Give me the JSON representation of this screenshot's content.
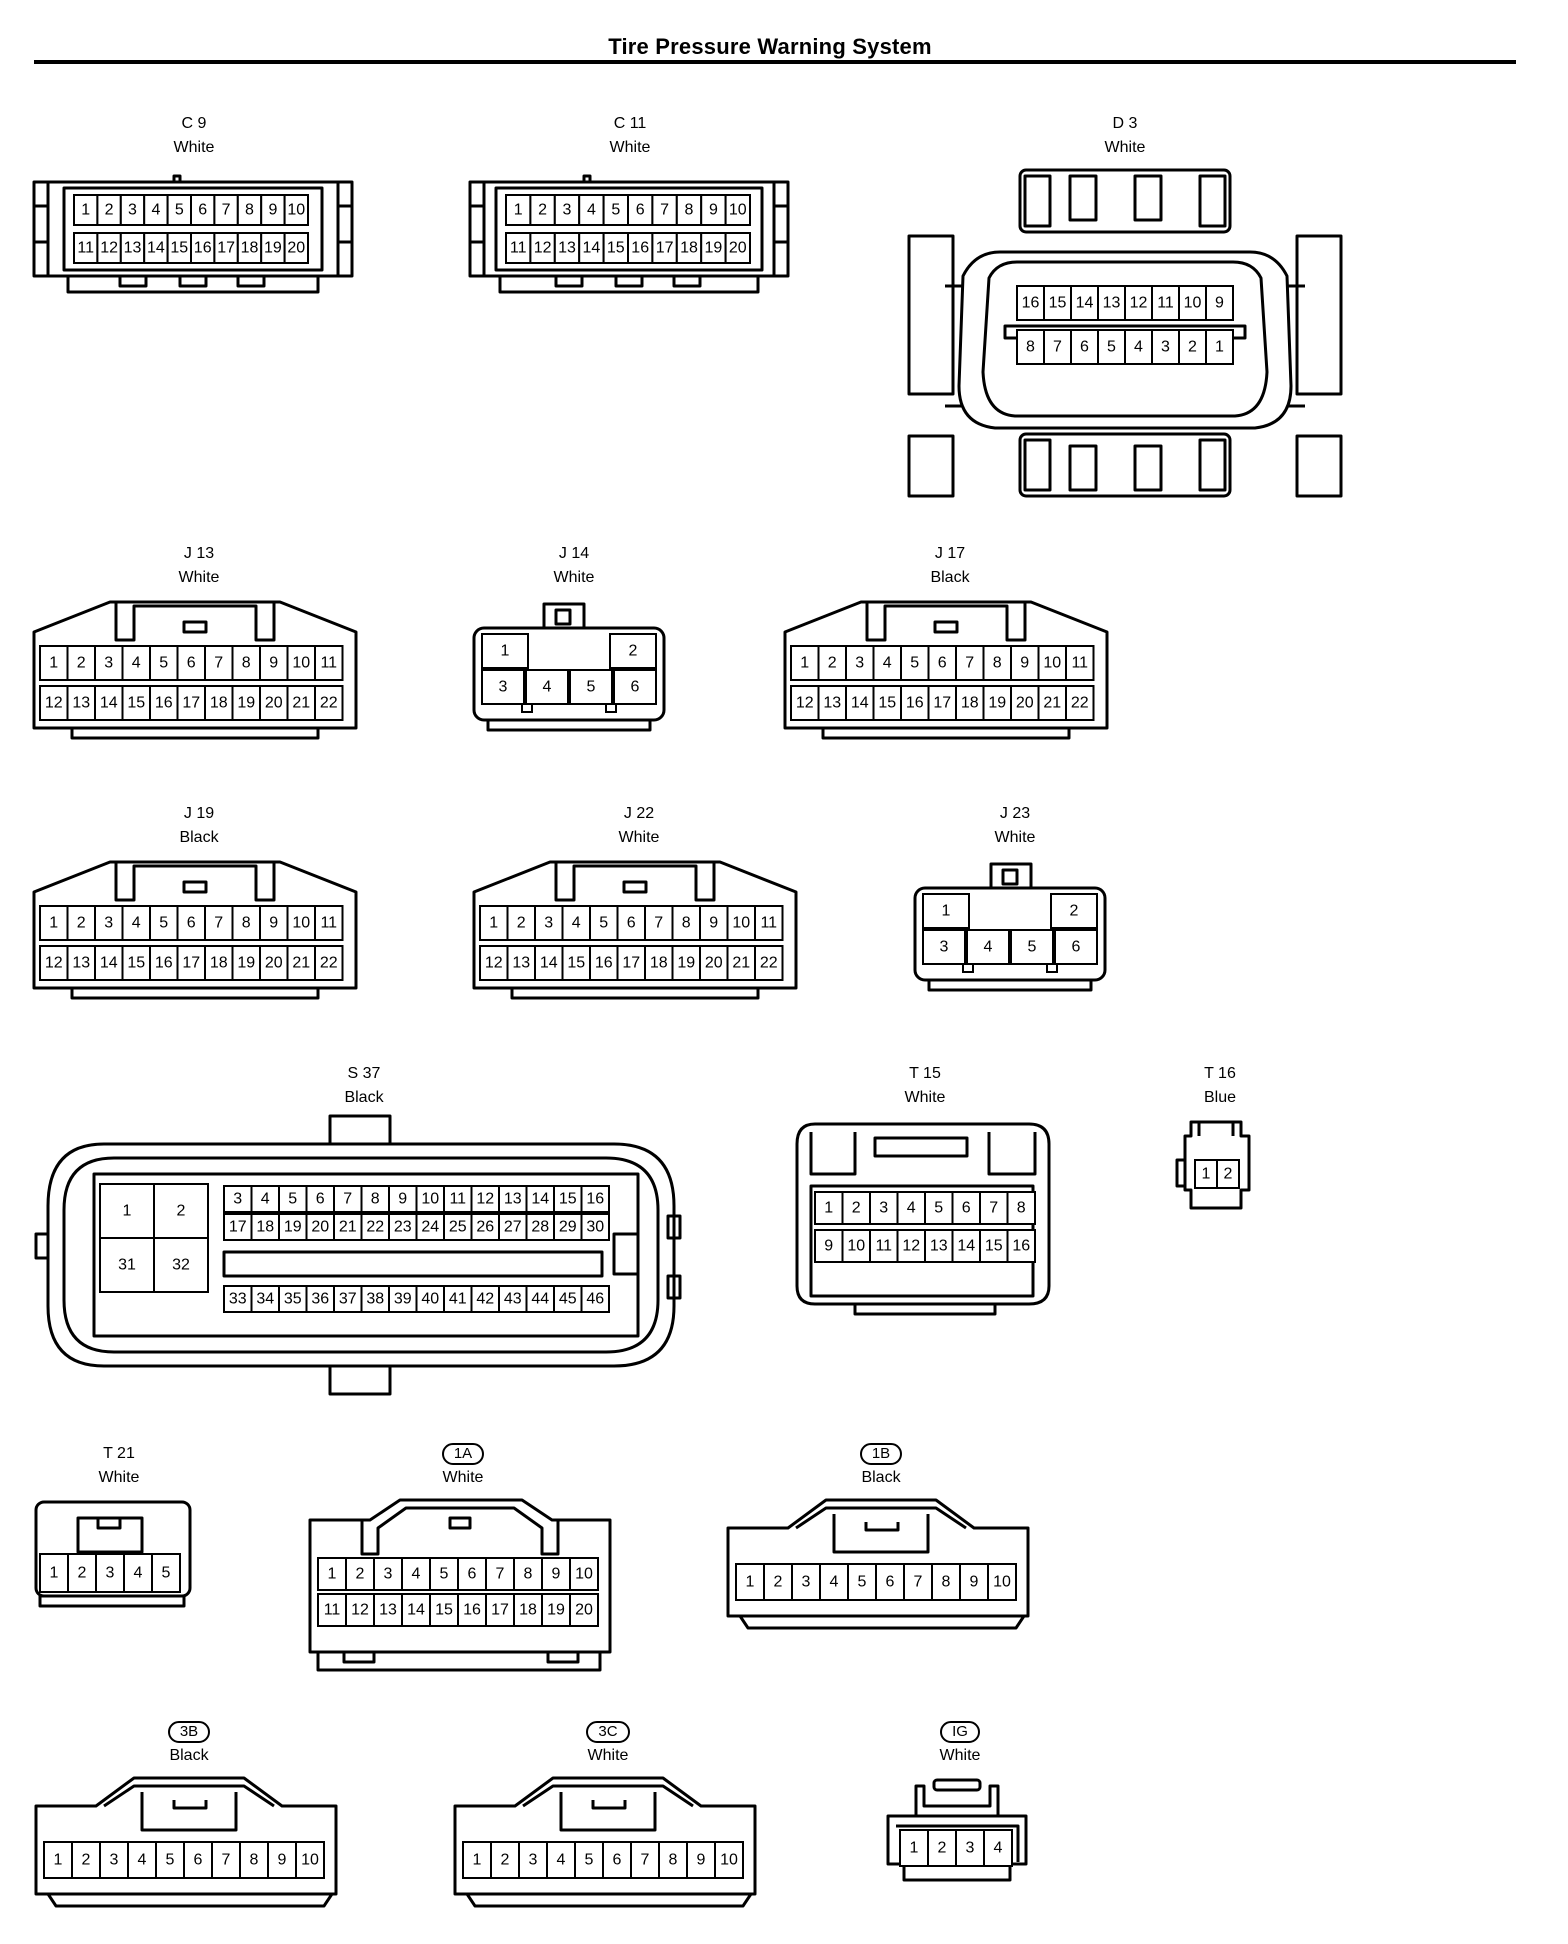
{
  "title": "Tire Pressure Warning System",
  "connectors": [
    {
      "id": "C9",
      "code": "C 9",
      "color": "White",
      "pins": [
        1,
        2,
        3,
        4,
        5,
        6,
        7,
        8,
        9,
        10,
        11,
        12,
        13,
        14,
        15,
        16,
        17,
        18,
        19,
        20
      ]
    },
    {
      "id": "C11",
      "code": "C 11",
      "color": "White",
      "pins": [
        1,
        2,
        3,
        4,
        5,
        6,
        7,
        8,
        9,
        10,
        11,
        12,
        13,
        14,
        15,
        16,
        17,
        18,
        19,
        20
      ]
    },
    {
      "id": "D3",
      "code": "D 3",
      "color": "White",
      "pins": [
        16,
        15,
        14,
        13,
        12,
        11,
        10,
        9,
        8,
        7,
        6,
        5,
        4,
        3,
        2,
        1
      ]
    },
    {
      "id": "J13",
      "code": "J 13",
      "color": "White",
      "pins": [
        1,
        2,
        3,
        4,
        5,
        6,
        7,
        8,
        9,
        10,
        11,
        12,
        13,
        14,
        15,
        16,
        17,
        18,
        19,
        20,
        21,
        22
      ]
    },
    {
      "id": "J14",
      "code": "J 14",
      "color": "White",
      "pins": [
        1,
        2,
        3,
        4,
        5,
        6
      ]
    },
    {
      "id": "J17",
      "code": "J 17",
      "color": "Black",
      "pins": [
        1,
        2,
        3,
        4,
        5,
        6,
        7,
        8,
        9,
        10,
        11,
        12,
        13,
        14,
        15,
        16,
        17,
        18,
        19,
        20,
        21,
        22
      ]
    },
    {
      "id": "J19",
      "code": "J 19",
      "color": "Black",
      "pins": [
        1,
        2,
        3,
        4,
        5,
        6,
        7,
        8,
        9,
        10,
        11,
        12,
        13,
        14,
        15,
        16,
        17,
        18,
        19,
        20,
        21,
        22
      ]
    },
    {
      "id": "J22",
      "code": "J 22",
      "color": "White",
      "pins": [
        1,
        2,
        3,
        4,
        5,
        6,
        7,
        8,
        9,
        10,
        11,
        12,
        13,
        14,
        15,
        16,
        17,
        18,
        19,
        20,
        21,
        22
      ]
    },
    {
      "id": "J23",
      "code": "J 23",
      "color": "White",
      "pins": [
        1,
        2,
        3,
        4,
        5,
        6
      ]
    },
    {
      "id": "S37",
      "code": "S 37",
      "color": "Black",
      "pins": [
        1,
        2,
        31,
        32,
        3,
        4,
        5,
        6,
        7,
        8,
        9,
        10,
        11,
        12,
        13,
        14,
        15,
        16,
        17,
        18,
        19,
        20,
        21,
        22,
        23,
        24,
        25,
        26,
        27,
        28,
        29,
        30,
        33,
        34,
        35,
        36,
        37,
        38,
        39,
        40,
        41,
        42,
        43,
        44,
        45,
        46
      ]
    },
    {
      "id": "T15",
      "code": "T 15",
      "color": "White",
      "pins": [
        1,
        2,
        3,
        4,
        5,
        6,
        7,
        8,
        9,
        10,
        11,
        12,
        13,
        14,
        15,
        16
      ]
    },
    {
      "id": "T16",
      "code": "T 16",
      "color": "Blue",
      "pins": [
        1,
        2
      ]
    },
    {
      "id": "T21",
      "code": "T 21",
      "color": "White",
      "pins": [
        1,
        2,
        3,
        4,
        5
      ]
    },
    {
      "id": "1A",
      "code": "1A",
      "color": "White",
      "pins": [
        1,
        2,
        3,
        4,
        5,
        6,
        7,
        8,
        9,
        10,
        11,
        12,
        13,
        14,
        15,
        16,
        17,
        18,
        19,
        20
      ]
    },
    {
      "id": "1B",
      "code": "1B",
      "color": "Black",
      "pins": [
        1,
        2,
        3,
        4,
        5,
        6,
        7,
        8,
        9,
        10
      ]
    },
    {
      "id": "3B",
      "code": "3B",
      "color": "Black",
      "pins": [
        1,
        2,
        3,
        4,
        5,
        6,
        7,
        8,
        9,
        10
      ]
    },
    {
      "id": "3C",
      "code": "3C",
      "color": "White",
      "pins": [
        1,
        2,
        3,
        4,
        5,
        6,
        7,
        8,
        9,
        10
      ]
    },
    {
      "id": "IG",
      "code": "IG",
      "color": "White",
      "pins": [
        1,
        2,
        3,
        4
      ]
    }
  ]
}
